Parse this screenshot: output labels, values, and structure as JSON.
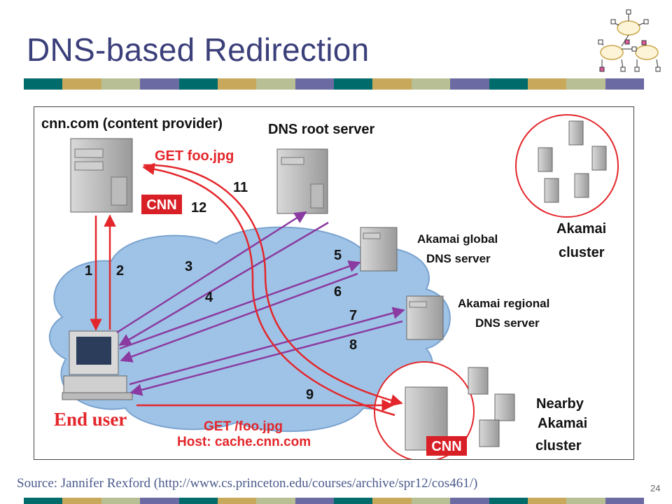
{
  "slide": {
    "title": "DNS-based Redirection",
    "source": "Source: Jannifer Rexford (http://www.cs.princeton.edu/courses/archive/spr12/cos461/)",
    "page_number": "24"
  },
  "stripe_colors": [
    "#006b6b",
    "#c8a85a",
    "#b9bf94",
    "#6b6aa3"
  ],
  "diagram": {
    "labels": {
      "content_provider": "cnn.com (content provider)",
      "root_server": "DNS root server",
      "akamai_global_1": "Akamai global",
      "akamai_global_2": "DNS server",
      "akamai_regional_1": "Akamai regional",
      "akamai_regional_2": "DNS server",
      "akamai_cluster_1": "Akamai",
      "akamai_cluster_2": "cluster",
      "nearby_1": "Nearby",
      "nearby_2": "Akamai",
      "nearby_3": "cluster",
      "end_user": "End user",
      "get_foo": "GET foo.jpg",
      "get_slash_foo": "GET /foo.jpg",
      "host": "Host: cache.cnn.com",
      "cnn_logo": "CNN"
    },
    "step_numbers": {
      "s1": "1",
      "s2": "2",
      "s3": "3",
      "s4": "4",
      "s5": "5",
      "s6": "6",
      "s7": "7",
      "s8": "8",
      "s9": "9",
      "s11": "11",
      "s12": "12"
    },
    "colors": {
      "arrow_red": "#e3262b",
      "arrow_purple": "#8a3aa0",
      "cloud": "#9fc3e6"
    }
  }
}
